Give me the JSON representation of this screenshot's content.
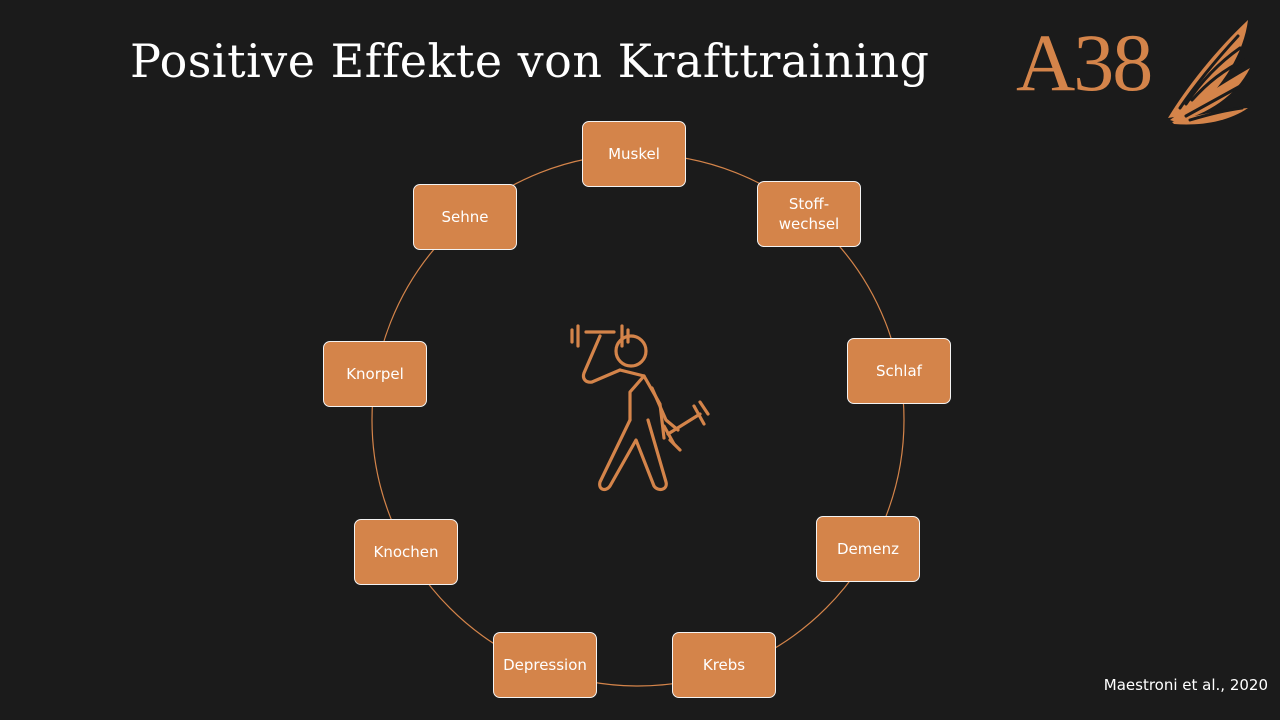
{
  "slide": {
    "title": "Positive Effekte von Krafttraining",
    "logo_text": "A38",
    "citation": "Maestroni et al., 2020",
    "accent_color": "#d4844a",
    "background_color": "#1b1b1b",
    "center_icon": "person-lifting-dumbbells-icon"
  },
  "diagram": {
    "nodes": [
      {
        "label": "Muskel"
      },
      {
        "label": "Stoff-\nwechsel"
      },
      {
        "label": "Schlaf"
      },
      {
        "label": "Demenz"
      },
      {
        "label": "Krebs"
      },
      {
        "label": "Depression"
      },
      {
        "label": "Knochen"
      },
      {
        "label": "Knorpel"
      },
      {
        "label": "Sehne"
      }
    ]
  }
}
